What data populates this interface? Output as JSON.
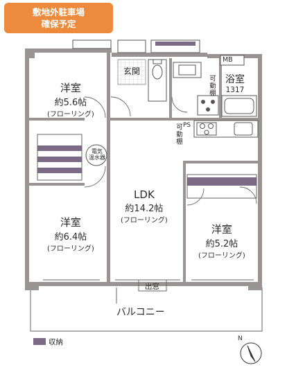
{
  "badge": {
    "line1": "敷地外駐車場",
    "line2": "確保予定"
  },
  "rooms": {
    "west_top": {
      "name": "洋室",
      "size": "約5.6帖",
      "floor": "(フローリング)"
    },
    "west_bottom": {
      "name": "洋室",
      "size": "約6.4帖",
      "floor": "(フローリング)"
    },
    "ldk": {
      "name": "LDK",
      "size": "約14.2帖",
      "floor": "(フローリング)"
    },
    "east": {
      "name": "洋室",
      "size": "約5.2帖",
      "floor": "(フローリング)"
    },
    "bath": {
      "name": "浴室",
      "size": "1317"
    }
  },
  "labels": {
    "genkan": "玄関",
    "mb": "MB",
    "ps": "PS",
    "water_heater_1": "電気",
    "water_heater_2": "温水器",
    "movable_shelf_1": "可動棚",
    "movable_shelf_2": "可動棚",
    "window": "出窓",
    "balcony": "バルコニー"
  },
  "legend": {
    "storage": "収納"
  },
  "compass": {
    "north": "N"
  },
  "colors": {
    "wall": "#9a9394",
    "storage": "#7a6a85",
    "badge": "#ee8a3c",
    "line": "#444444"
  }
}
